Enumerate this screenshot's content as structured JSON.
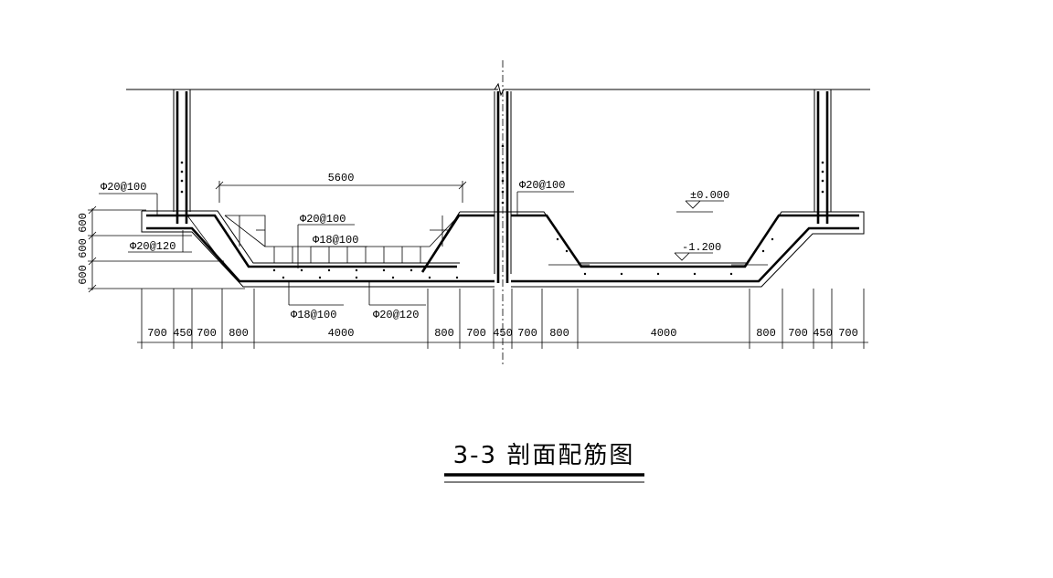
{
  "title": "3-3 剖面配筋图",
  "rebar_labels": {
    "left_top": "Φ20@100",
    "left_bottom": "Φ20@120",
    "mid_top": "Φ20@100",
    "mid_second": "Φ18@100",
    "mid_bottom_left": "Φ18@100",
    "mid_bottom_right": "Φ20@120",
    "right_top": "Φ20@100"
  },
  "span_label": "5600",
  "elevations": {
    "top": "±0.000",
    "bottom": "-1.200"
  },
  "left_dims": [
    "600",
    "600",
    "600"
  ],
  "bottom_dims": [
    "700",
    "450",
    "700",
    "800",
    "4000",
    "800",
    "700",
    "450",
    "700",
    "800",
    "4000",
    "800",
    "700",
    "450",
    "700"
  ]
}
